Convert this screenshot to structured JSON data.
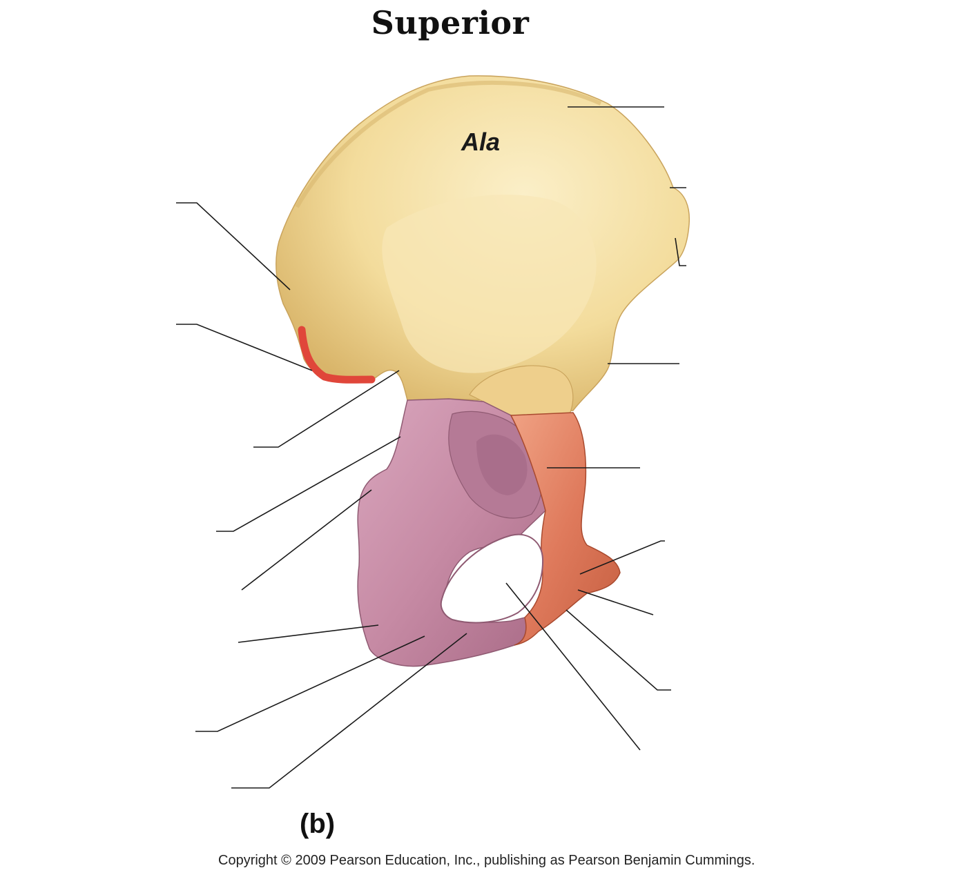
{
  "title": "Superior",
  "ala_label": "Ala",
  "panel_label": "(b)",
  "copyright": "Copyright © 2009 Pearson Education, Inc., publishing as Pearson Benjamin Cummings.",
  "colors": {
    "ilium": "#f1d89a",
    "ischium": "#c98aa6",
    "pubis": "#e07a5c",
    "highlight_marker": "#e0463a",
    "leader_lines": "#1a1a1a"
  }
}
